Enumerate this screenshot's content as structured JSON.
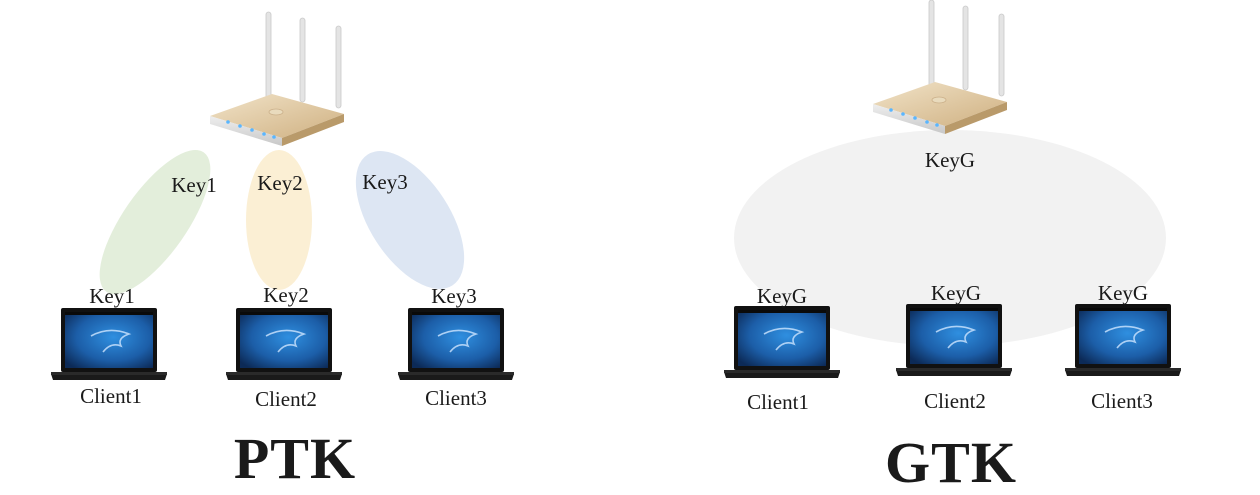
{
  "ptk": {
    "title": "PTK",
    "beam_labels": [
      "Key1",
      "Key2",
      "Key3"
    ],
    "client_keys": [
      "Key1",
      "Key2",
      "Key3"
    ],
    "clients": [
      "Client1",
      "Client2",
      "Client3"
    ]
  },
  "gtk": {
    "title": "GTK",
    "group_key": "KeyG",
    "client_keys": [
      "KeyG",
      "KeyG",
      "KeyG"
    ],
    "clients": [
      "Client1",
      "Client2",
      "Client3"
    ]
  },
  "icons": {
    "router": "wifi-router-icon",
    "laptop": "laptop-icon"
  },
  "colors": {
    "key1_beam": "#e3eedb",
    "key2_beam": "#fbefd4",
    "key3_beam": "#dde6f3",
    "group_area": "#f2f2f2",
    "router_body": "#d9bf98",
    "laptop_screen": "#1d5fa6"
  }
}
